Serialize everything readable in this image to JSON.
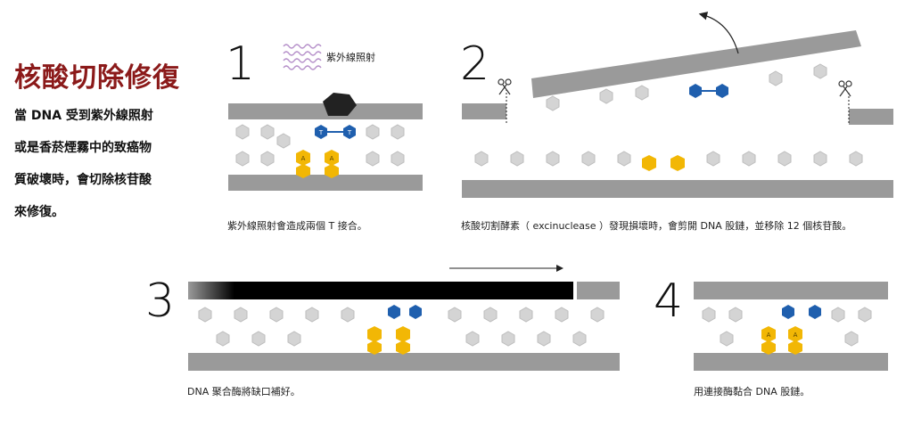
{
  "title": "核酸切除修復",
  "description": [
    "當 DNA 受到紫外線照射",
    "或是香菸煙霧中的致癌物",
    "質破壞時，會切除核苷酸",
    "來修復。"
  ],
  "steps": [
    {
      "number": "1",
      "caption": "紫外線照射會造成兩個 T 接合。",
      "label": "紫外線照射"
    },
    {
      "number": "2",
      "caption": "核酸切割酵素（ excinuclease ）發現損壞時，會剪開 DNA 股鏈，並移除 12 個核苷酸。"
    },
    {
      "number": "3",
      "caption": "DNA 聚合酶將缺口補好。"
    },
    {
      "number": "4",
      "caption": "用連接酶黏合 DNA 股鏈。"
    }
  ],
  "base_labels": {
    "thymine": "T",
    "adenine": "A"
  },
  "colors": {
    "title": "#8b1a1a",
    "strand": "#9a9a9a",
    "thymine": "#1f5fae",
    "adenine": "#f2b705",
    "new_strand": "#000000",
    "uv": "#b58fc9"
  }
}
